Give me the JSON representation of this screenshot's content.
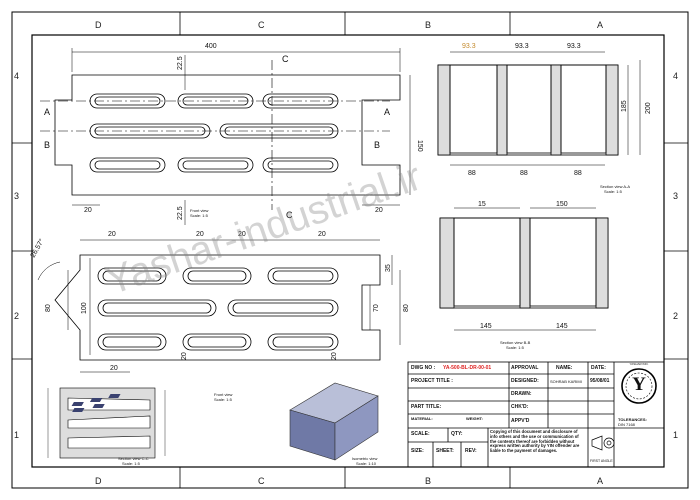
{
  "zones": {
    "top": [
      "D",
      "C",
      "B",
      "A"
    ],
    "bottom": [
      "D",
      "C",
      "B",
      "A"
    ],
    "left": [
      "4",
      "3",
      "2",
      "1"
    ],
    "right": [
      "4",
      "3",
      "2",
      "1"
    ]
  },
  "front_view": {
    "width": "400",
    "top_offset": "22.5",
    "bottom_offset": "22.5",
    "side_height": "150",
    "edge_left": "20",
    "edge_right": "20",
    "section_a": "A",
    "section_b": "B",
    "section_c": "C",
    "caption": "Front view",
    "scale": "Scale: 1:5"
  },
  "section_aa": {
    "top_dims": [
      "93.3",
      "93.3",
      "93.3"
    ],
    "bottom_dims": [
      "88",
      "88",
      "88"
    ],
    "inner_height": "185",
    "outer_height": "200",
    "caption": "Section view A-A",
    "scale": "Scale: 1:5"
  },
  "section_bb": {
    "top_dims": [
      "15",
      "150"
    ],
    "bottom_dims": [
      "145",
      "145"
    ],
    "caption": "Section view B-B",
    "scale": "Scale: 1:5"
  },
  "top_view": {
    "angle": "26.57°",
    "top_dims": [
      "20",
      "20",
      "20",
      "20"
    ],
    "height_left": "80",
    "height_inner": "100",
    "right_top": "35",
    "right_mid": "70",
    "right_outer": "80",
    "bottom_dims": [
      "20",
      "20"
    ],
    "side_dim": "20",
    "caption": "Front view",
    "scale": "Scale: 1:5"
  },
  "section_cc": {
    "caption": "Section view C-C",
    "scale": "Scale: 1:5"
  },
  "iso_view": {
    "caption": "Isometric view",
    "scale": "Scale: 1:10"
  },
  "watermark": "Yashar-industrial.ir",
  "title_block": {
    "dwg_no_label": "DWG NO :",
    "dwg_no_value": "YA-500-BL-DR-00-01",
    "approval": "APPROVAL",
    "name_label": "NAME:",
    "date_label": "DATE:",
    "project_title": "PROJECT TITLE :",
    "designed": "DESIGNED:",
    "designer_name": "SOHRAB KARIMI",
    "date_value": "95/08/01",
    "drawn": "DRAWN:",
    "part_title": "PART TITLE:",
    "chkd": "CHK'D:",
    "material": "MATERIAL:",
    "weight": "WEIGHT:",
    "appvd": "APPV'D",
    "tolerances": "TOLERANCES:",
    "tolerance_std": "DIN 7168",
    "scale": "SCALE:",
    "qty": "QTY:",
    "size": "SIZE:",
    "sheet": "SHEET:",
    "rev": "REV:",
    "note": "Copying of this document and disclosure of info others and the use or communication of the contents thereof are forbidden without express written authority by YIN offender are liable to the payment of damages.",
    "logo_letter": "Y",
    "logo_caption": "YASHAR IND.",
    "projection": "FIRST ANGLE"
  }
}
